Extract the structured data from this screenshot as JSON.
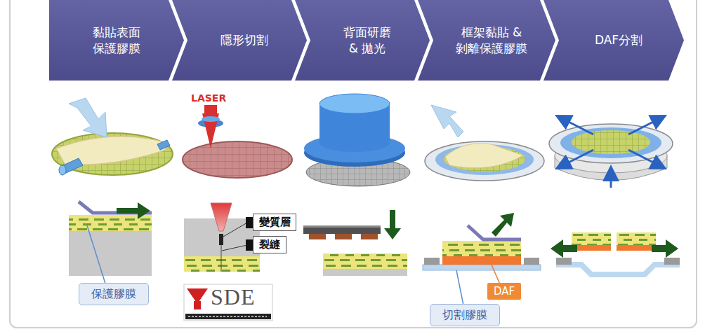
{
  "diagram": {
    "nodes": [
      {
        "text": [
          "黏貼表面 保護膠膜"
        ]
      },
      {
        "text": [
          "隱形切割"
        ]
      },
      {
        "text": [
          "背面研磨 & 拋光"
        ]
      },
      {
        "text": [
          "框架黏貼 & 剝離保護膠膜"
        ]
      },
      {
        "text": [
          "DAF分割"
        ]
      },
      {
        "text": [
          "變質層"
        ]
      },
      {
        "text": [
          "裂縫"
        ]
      },
      {
        "text": [
          "DAF"
        ]
      },
      {
        "text": [
          "保護膠膜"
        ]
      },
      {
        "text": [
          "切割膠膜"
        ]
      }
    ],
    "labels": [
      "LASER",
      "SDE"
    ]
  }
}
